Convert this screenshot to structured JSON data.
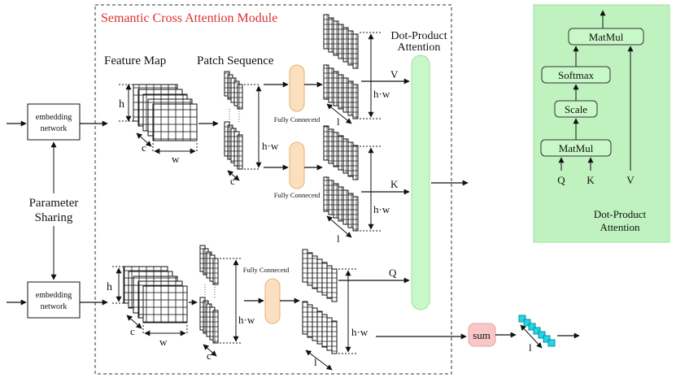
{
  "module": {
    "title": "Semantic Cross Attention Module"
  },
  "labels": {
    "feature_map": "Feature Map",
    "patch_sequence": "Patch Sequence",
    "dot_product_attention": [
      "Dot-Product",
      "Attention"
    ],
    "fully_connected": "Fully Connecetd",
    "embedding_network": [
      "embedding",
      "network"
    ],
    "parameter_sharing": [
      "Parameter",
      "Sharing"
    ],
    "sum": "sum",
    "h": "h",
    "w": "w",
    "c": "c",
    "hw": "h·w",
    "l": "l",
    "V": "V",
    "K": "K",
    "Q": "Q"
  },
  "inset": {
    "matmul_top": "MatMul",
    "softmax": "Softmax",
    "scale": "Scale",
    "matmul_bottom": "MatMul",
    "inputs": [
      "Q",
      "K",
      "V"
    ],
    "caption": [
      "Dot-Product",
      "Attention"
    ]
  },
  "colors": {
    "title_red": "#e03030",
    "fc_orange": "#fbe0c0",
    "attention_green": "#c8f8c8",
    "inset_green": "#bff2bf",
    "sum_pink": "#f8c8c8",
    "output_cyan": "#22d5e8"
  }
}
